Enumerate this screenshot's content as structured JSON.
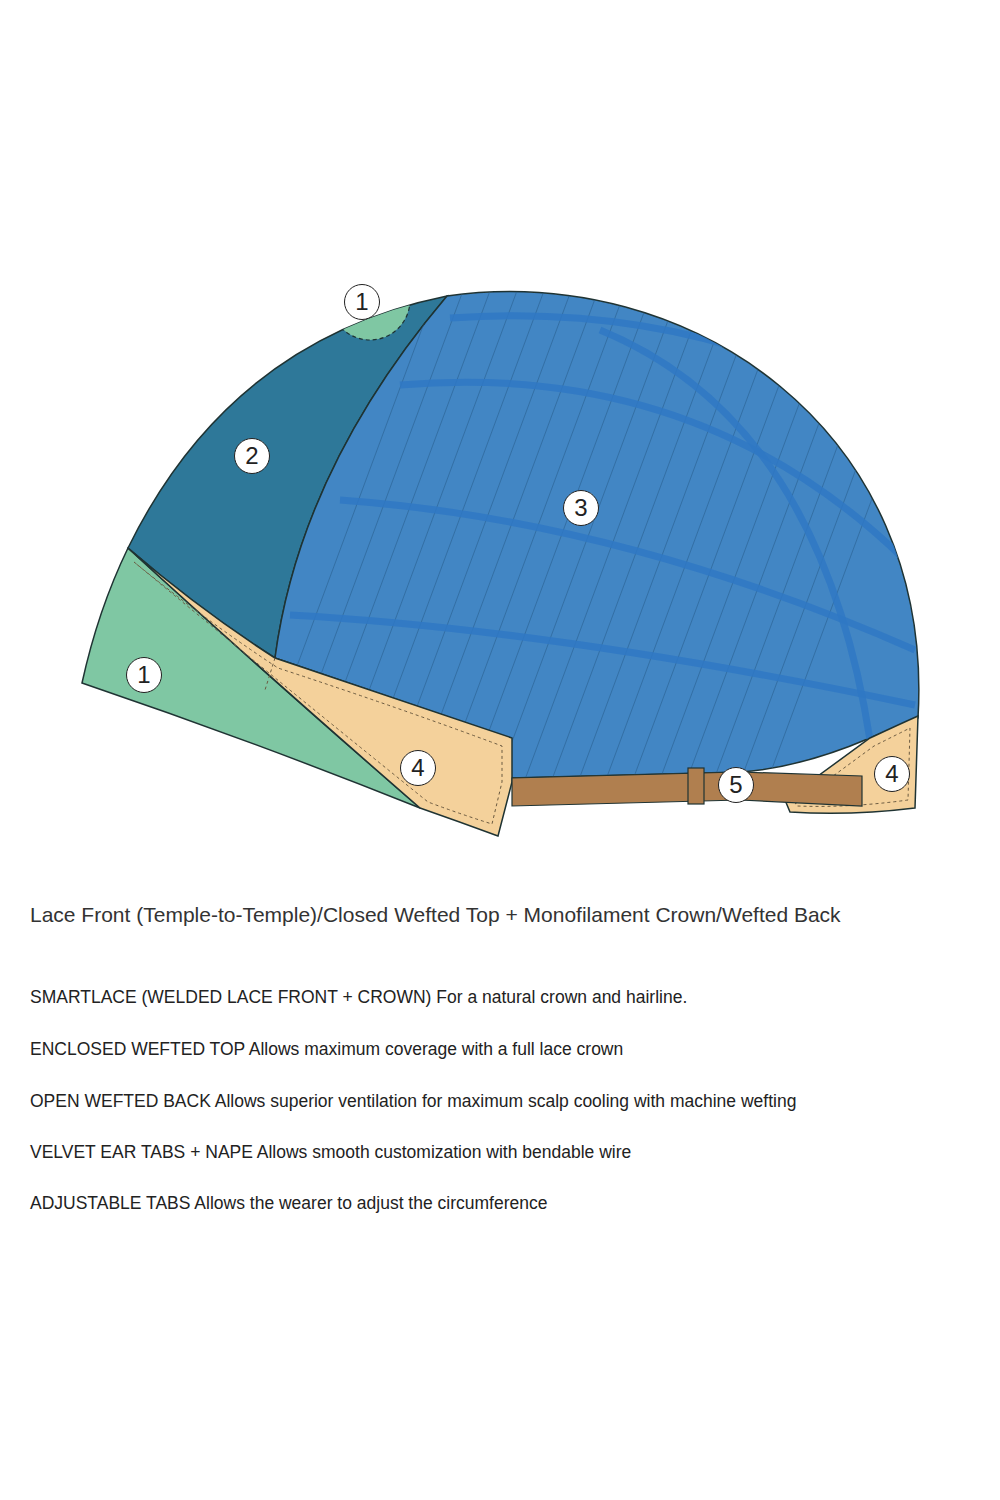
{
  "diagram": {
    "caption": "Lace Front (Temple-to-Temple)/Closed Wefted Top + Monofilament Crown/Wefted Back",
    "labels": [
      "1",
      "2",
      "3",
      "1",
      "4",
      "5",
      "4",
      "SMARTLACE (WELDED LACE FRONT + CROWN) For a natural crown and hairline.",
      "ENCLOSED WEFTED TOP Allows maximum coverage with a full lace crown",
      "OPEN WEFTED BACK Allows superior ventilation for maximum scalp cooling with machine wefting",
      "VELVET EAR TABS + NAPE Allows smooth customization with bendable wire",
      "ADJUSTABLE TABS Allows the wearer to adjust the circumference"
    ]
  }
}
